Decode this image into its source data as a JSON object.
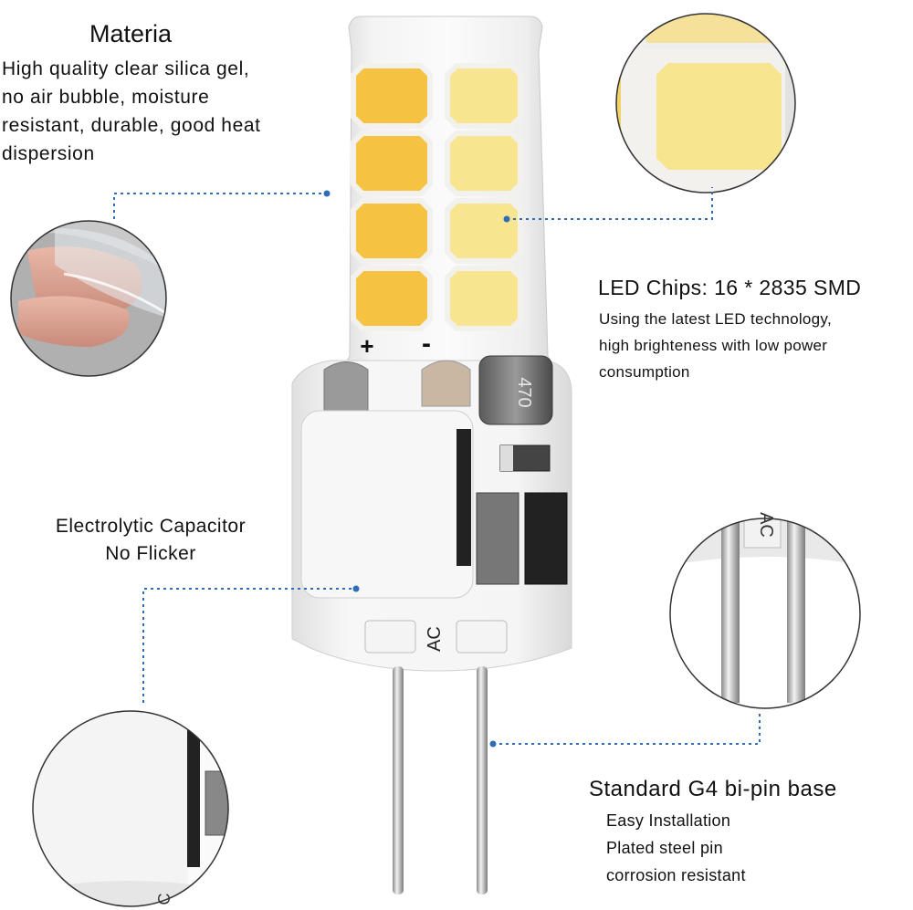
{
  "material": {
    "title": "Materia",
    "desc": [
      "High quality clear silica gel,",
      "no air bubble, moisture",
      "resistant, durable, good heat",
      "dispersion"
    ]
  },
  "led_chips": {
    "title": "LED Chips: 16 * 2835 SMD",
    "desc": [
      "Using the latest LED technology,",
      "high brighteness with low power",
      "consumption"
    ]
  },
  "capacitor": {
    "title": "Electrolytic Capacitor",
    "desc": "No Flicker"
  },
  "base": {
    "title": "Standard G4 bi-pin base",
    "desc": [
      "Easy Installation",
      "Plated steel pin",
      "corrosion resistant"
    ]
  },
  "bulb_marks": {
    "plus": "+",
    "minus": "-",
    "component_code": "470",
    "pcb_label": "AC"
  },
  "zoom_marks": {
    "pins_label": "AC",
    "capacitor_label": "C"
  },
  "colors": {
    "leader_line": "#2f6db5",
    "led_warm": "#f5c341",
    "led_cool": "#f7e590",
    "frame_pad": "#f3f1ee"
  }
}
